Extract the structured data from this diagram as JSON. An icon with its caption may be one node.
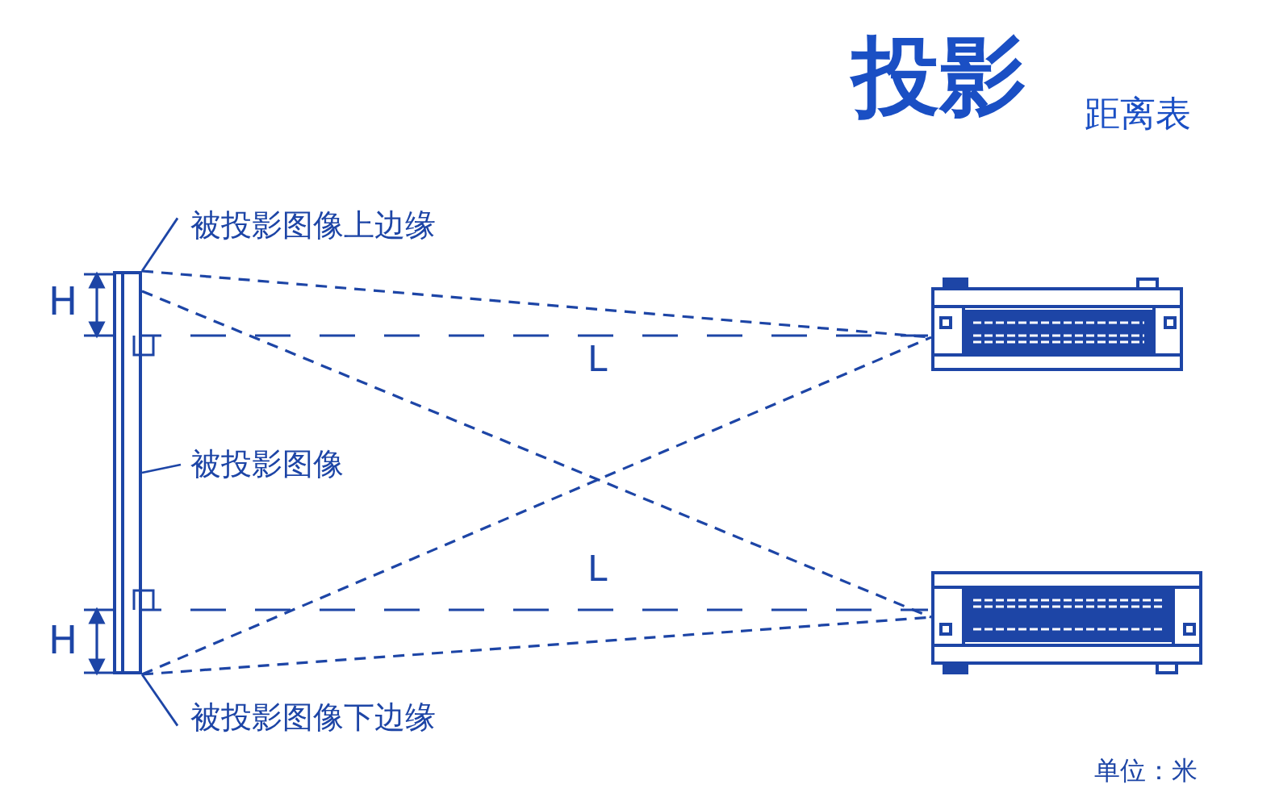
{
  "diagram": {
    "title": "投影",
    "nodes": [
      {
        "text": [],
        "shape": "bar"
      },
      {
        "text": [],
        "shape": "picture"
      },
      {
        "text": [],
        "shape": "picture"
      },
      {
        "text": [
          "被投影图像上边缘"
        ]
      },
      {
        "text": [
          "被投影图像"
        ]
      },
      {
        "text": [
          "被投影图像下边缘"
        ]
      }
    ],
    "edges": [
      {
        "from": 3,
        "to": 0,
        "arrow": "none"
      },
      {
        "from": 4,
        "to": 0,
        "arrow": "none"
      },
      {
        "from": 5,
        "to": 0,
        "arrow": "none"
      },
      {
        "from": 0,
        "to": 1,
        "arrow": "none",
        "style": "dashed"
      },
      {
        "from": 0,
        "to": 2,
        "arrow": "none",
        "style": "dashed"
      },
      {
        "from": 0,
        "to": 1,
        "arrow": "none",
        "style": "dashed"
      },
      {
        "from": 0,
        "to": 2,
        "arrow": "none",
        "style": "dashed"
      }
    ],
    "labels": [
      "距离表",
      "H",
      "L",
      "L",
      "H",
      "单位：米"
    ]
  }
}
